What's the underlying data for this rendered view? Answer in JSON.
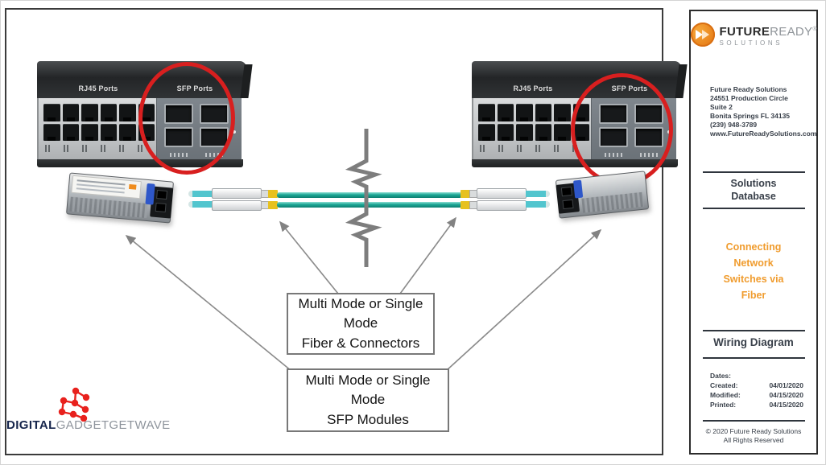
{
  "main": {
    "switch": {
      "rj45_label": "RJ45 Ports",
      "sfp_label": "SFP Ports"
    },
    "callouts": {
      "fiber_box": "Multi Mode or Single\nMode\nFiber & Connectors",
      "sfp_box": "Multi Mode or Single\nMode\nSFP Modules"
    },
    "watermark": {
      "bold": "DIGITAL",
      "light": "GADGETGETWAVE"
    }
  },
  "sidebar": {
    "logo": {
      "brand_bold": "FUTURE",
      "brand_light": "READY",
      "reg": "®",
      "sub": "SOLUTIONS"
    },
    "address": [
      "Future Ready Solutions",
      "24551 Production Circle",
      "Suite 2",
      "Bonita Springs FL 34135",
      "(239) 948-3789",
      "www.FutureReadySolutions.com"
    ],
    "section_title": "Solutions\nDatabase",
    "topic": "Connecting\nNetwork\nSwitches via\nFiber",
    "doc_type": "Wiring Diagram",
    "dates": {
      "heading": "Dates:",
      "rows": [
        {
          "label": "Created:",
          "value": "04/01/2020"
        },
        {
          "label": "Modified:",
          "value": "04/15/2020"
        },
        {
          "label": "Printed:",
          "value": "04/15/2020"
        }
      ]
    },
    "copyright": "© 2020 Future Ready Solutions\nAll Rights Reserved"
  },
  "colors": {
    "accent_orange": "#F09C2E",
    "callout_circle_red": "#D81F1F",
    "fiber_teal": "#1CA796",
    "watermark_red": "#E8211D",
    "text_dark": "#39404A"
  }
}
